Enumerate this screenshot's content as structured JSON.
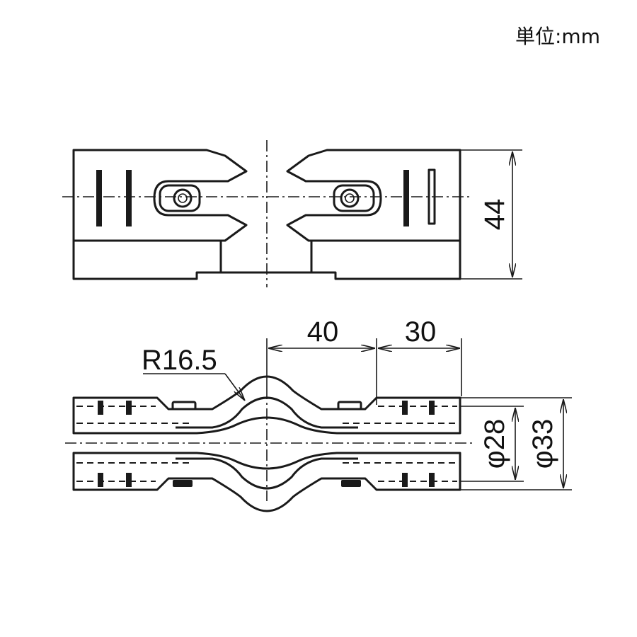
{
  "unit_label": "単位:mm",
  "dimensions": {
    "height": "44",
    "pitch_center": "40",
    "pitch_end": "30",
    "radius": "R16.5",
    "dia_inner": "φ28",
    "dia_outer": "φ33"
  }
}
